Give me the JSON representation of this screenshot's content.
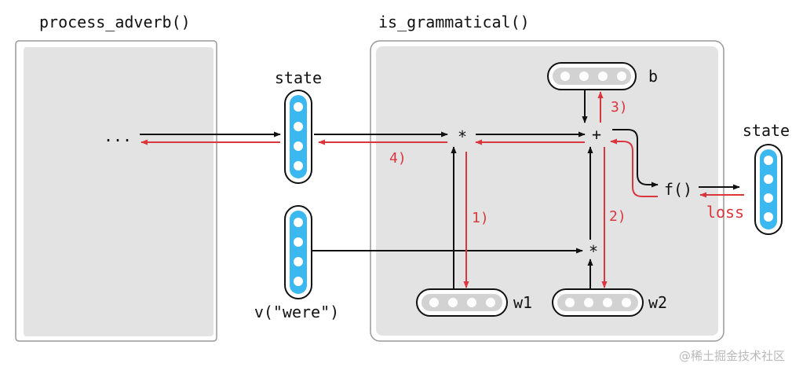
{
  "colors": {
    "forward": "#111111",
    "backward": "#d9363e",
    "panel": "#e3e3e3",
    "node": "#3cb8f0"
  },
  "boxes": {
    "process_adverb": "process_adverb()",
    "is_grammatical": "is_grammatical()"
  },
  "vectors": {
    "state_left": "state",
    "state_right": "state",
    "v_were": "v(\"were\")",
    "b": "b",
    "w1": "w1",
    "w2": "w2"
  },
  "operators": {
    "ellipsis": "...",
    "mult_top": "*",
    "plus": "+",
    "mult_bottom": "*",
    "func": "f()"
  },
  "gradients": {
    "step1": "1)",
    "step2": "2)",
    "step3": "3)",
    "step4": "4)",
    "loss": "loss"
  },
  "watermark": "@稀土掘金技术社区"
}
